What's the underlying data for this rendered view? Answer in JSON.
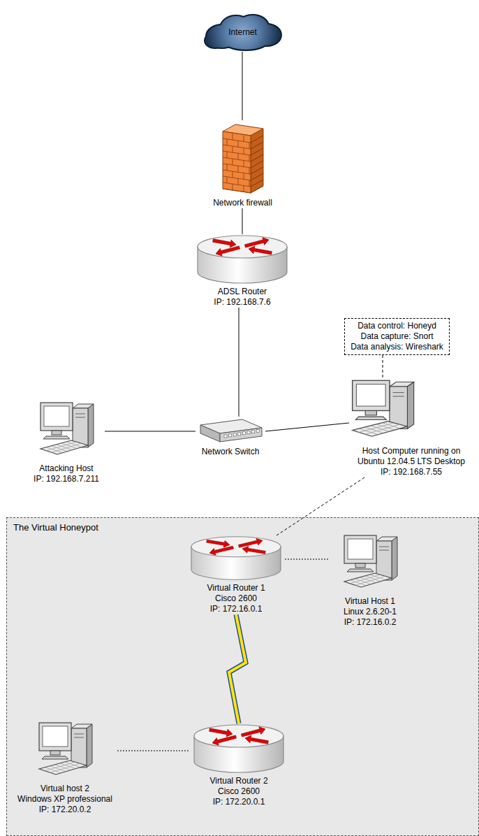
{
  "diagram": {
    "nodes": [
      {
        "text": [
          "Internet"
        ]
      },
      {
        "text": [
          "Network firewall"
        ]
      },
      {
        "text": [
          "ADSL Router",
          "IP: 192.168.7.6"
        ]
      },
      {
        "text": [
          "Data control: Honeyd",
          "Data capture: Snort",
          "Data analysis: Wireshark"
        ]
      },
      {
        "text": [
          "Attacking Host",
          "IP: 192.168.7.211"
        ]
      },
      {
        "text": [
          "Network Switch"
        ]
      },
      {
        "text": [
          "Host Computer running on Ubuntu 12.04.5 LTS Desktop",
          "IP: 192.168.7.55"
        ]
      },
      {
        "text": [
          "The Virtual Honeypot"
        ]
      },
      {
        "text": [
          "Virtual Router 1",
          "Cisco 2600",
          "IP: 172.16.0.1"
        ],
        "in": 7
      },
      {
        "text": [
          "Virtual Host 1",
          "Linux 2.6.20-1",
          "IP: 172.16.0.2"
        ],
        "in": 7
      },
      {
        "text": [
          "Virtual Router 2",
          "Cisco 2600",
          "IP: 172.20.0.1"
        ],
        "in": 7
      },
      {
        "text": [
          "Virtual host 2",
          "Windows XP professional",
          "IP: 172.20.0.2"
        ],
        "in": 7
      }
    ],
    "edges": [
      {
        "from": 0,
        "to": 1,
        "arrow": "none"
      },
      {
        "from": 1,
        "to": 2,
        "arrow": "none"
      },
      {
        "from": 2,
        "to": 5,
        "arrow": "none"
      },
      {
        "from": 5,
        "to": 4,
        "arrow": "none"
      },
      {
        "from": 5,
        "to": 6,
        "arrow": "none"
      },
      {
        "from": 3,
        "to": 6,
        "arrow": "none"
      },
      {
        "from": 6,
        "to": 8,
        "arrow": "none"
      },
      {
        "from": 8,
        "to": 9,
        "arrow": "none"
      },
      {
        "from": 8,
        "to": 10,
        "arrow": "none"
      },
      {
        "from": 11,
        "to": 10,
        "arrow": "none"
      }
    ]
  }
}
